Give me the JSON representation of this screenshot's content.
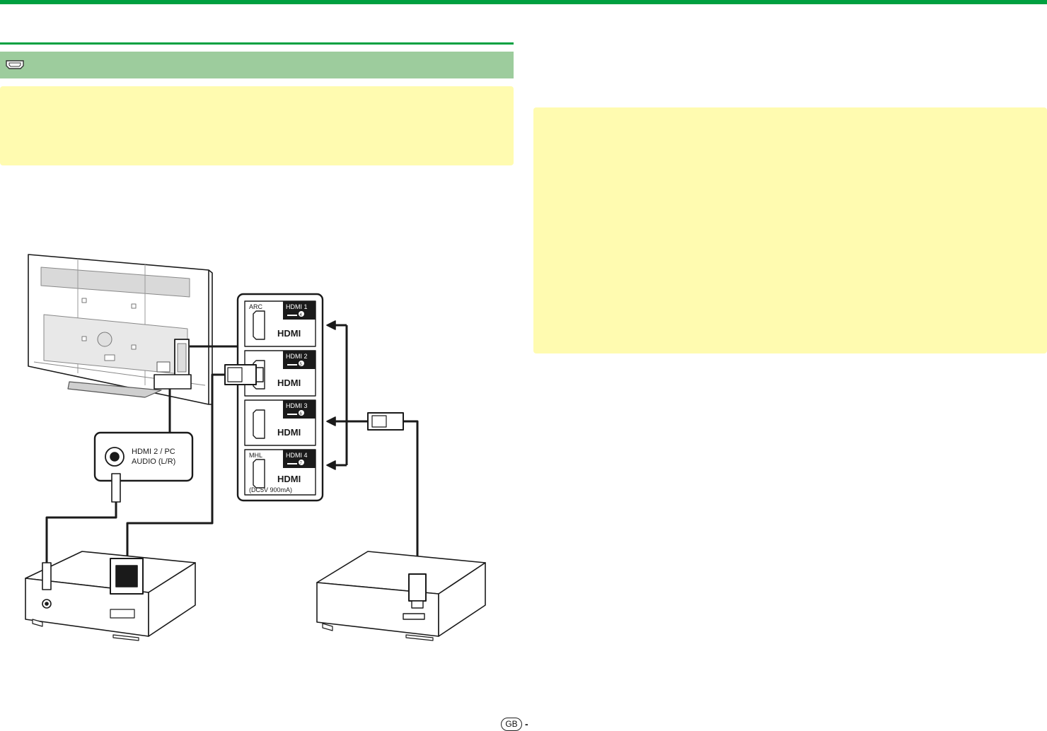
{
  "colors": {
    "accent_green": "#00a040",
    "band_green": "#9dcc9d",
    "note_yellow": "#fffbb0",
    "line": "#1a1a1a"
  },
  "icons": {
    "section": "hdmi-port-icon"
  },
  "diagram": {
    "ports": [
      {
        "top_label": "ARC",
        "badge": "HDMI 1",
        "num": "4",
        "logo": "HDMI"
      },
      {
        "top_label": "",
        "badge": "HDMI 2",
        "num": "5",
        "logo": "HDMI"
      },
      {
        "top_label": "",
        "badge": "HDMI 3",
        "num": "6",
        "logo": "HDMI"
      },
      {
        "top_label": "MHL",
        "badge": "HDMI 4",
        "num": "7",
        "logo": "HDMI"
      }
    ],
    "mhl_power": "(DC5V 900mA)",
    "audio_label_line1": "HDMI 2 / PC",
    "audio_label_line2": "AUDIO (L/R)"
  },
  "footer": {
    "region_badge": "GB",
    "dash": "-"
  }
}
